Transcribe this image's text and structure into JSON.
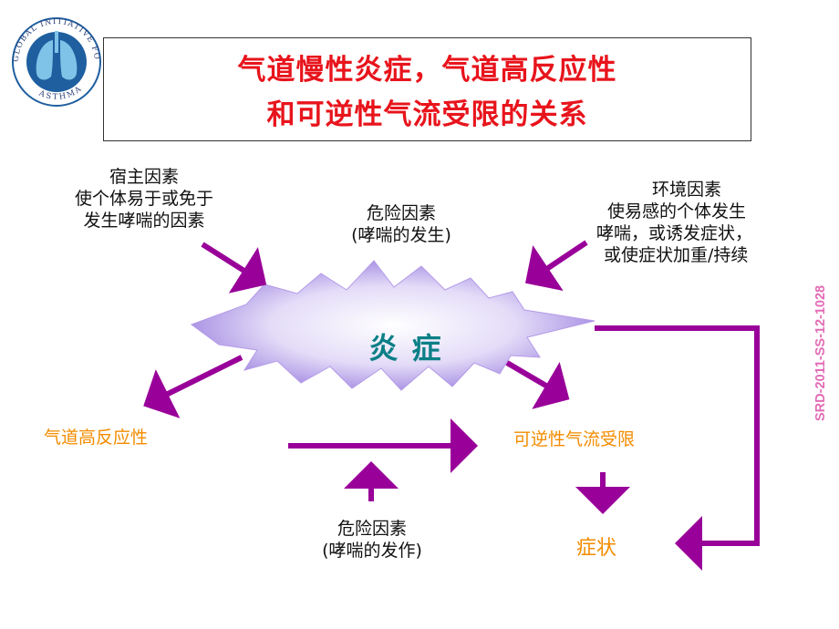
{
  "logo": {
    "name": "gina-asthma-logo",
    "ring_text_top": "GLOBAL INITIATIVE FOR",
    "ring_text_bottom": "ASTHMA",
    "colors": {
      "ring": "#1f5f9f",
      "lung": "#7fc4e8",
      "text": "#2a3f78"
    }
  },
  "title": {
    "line1": "气道慢性炎症，气道高反应性",
    "line2": "和可逆性气流受限的关系",
    "color": "#e8141c"
  },
  "side_code": "SRD-2011-SS-12-1028",
  "diagram": {
    "center_label": "炎 症",
    "host_factors": [
      "宿主因素",
      "使个体易于或免于",
      "发生哮喘的因素"
    ],
    "risk_onset": [
      "危险因素",
      "(哮喘的发生)"
    ],
    "environment": [
      "环境因素",
      "使易感的个体发生",
      "哮喘，或诱发症状，",
      "或使症状加重/持续"
    ],
    "airway_hyperresponsiveness": "气道高反应性",
    "reversible_airflow_limitation": "可逆性气流受限",
    "symptoms": "症状",
    "risk_exacerbation": [
      "危险因素",
      "(哮喘的发作)"
    ],
    "colors": {
      "arrow": "#990099",
      "center_text": "#0b7f86",
      "outcome_text": "#f28c00",
      "burst": "#b49ae8"
    }
  }
}
